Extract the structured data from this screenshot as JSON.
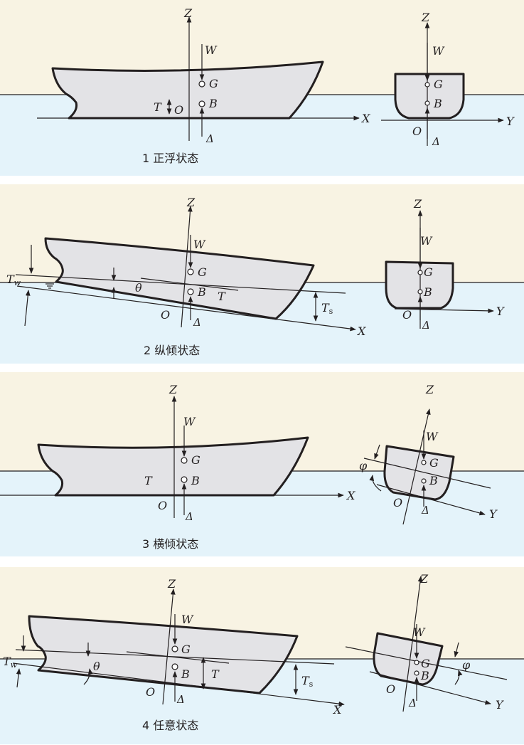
{
  "colors": {
    "sky": "#f8f3e3",
    "water": "#e4f3fa",
    "hull": "#e3e3e6",
    "line": "#231f20"
  },
  "panels": [
    {
      "id": "upright",
      "caption": "1  正浮状态",
      "labels": {
        "z_side": "Z",
        "w_side": "W",
        "g_side": "G",
        "b_side": "B",
        "t_side": "T",
        "o_side": "O",
        "d_side": "Δ",
        "x": "X",
        "z_end": "Z",
        "w_end": "W",
        "g_end": "G",
        "b_end": "B",
        "o_end": "O",
        "d_end": "Δ",
        "y": "Y"
      }
    },
    {
      "id": "trim",
      "caption": "2  纵倾状态",
      "labels": {
        "z_side": "Z",
        "w_side": "W",
        "g_side": "G",
        "b_side": "B",
        "t_side": "T",
        "tw": "T",
        "tw_sub": "w",
        "ts": "T",
        "ts_sub": "s",
        "theta": "θ",
        "o_side": "O",
        "d_side": "Δ",
        "x": "X",
        "z_end": "Z",
        "w_end": "W",
        "g_end": "G",
        "b_end": "B",
        "o_end": "O",
        "d_end": "Δ",
        "y": "Y"
      }
    },
    {
      "id": "heel",
      "caption": "3  横倾状态",
      "labels": {
        "z_side": "Z",
        "w_side": "W",
        "g_side": "G",
        "b_side": "B",
        "t_side": "T",
        "o_side": "O",
        "d_side": "Δ",
        "x": "X",
        "z_end": "Z",
        "w_end": "W",
        "g_end": "G",
        "b_end": "B",
        "phi": "φ",
        "o_end": "O",
        "d_end": "Δ",
        "y": "Y"
      }
    },
    {
      "id": "arbitrary",
      "caption": "4  任意状态",
      "labels": {
        "z_side": "Z",
        "w_side": "W",
        "g_side": "G",
        "b_side": "B",
        "t_side": "T",
        "tw": "T",
        "tw_sub": "w",
        "ts": "T",
        "ts_sub": "s",
        "theta": "θ",
        "o_side": "O",
        "d_side": "Δ",
        "x": "X",
        "z_end": "Z",
        "w_end": "W",
        "g_end": "G",
        "b_end": "B",
        "phi": "φ",
        "o_end": "O",
        "d_end": "Δ",
        "y": "Y"
      }
    }
  ]
}
